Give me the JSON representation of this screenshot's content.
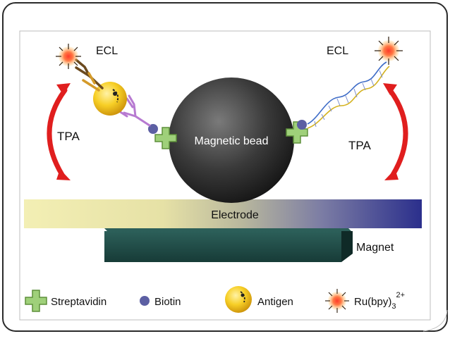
{
  "diagram": {
    "labels": {
      "ecl_left": "ECL",
      "ecl_right": "ECL",
      "tpa_left": "TPA",
      "tpa_right": "TPA",
      "magnetic_bead": "Magnetic bead",
      "electrode": "Electrode",
      "magnet": "Magnet"
    },
    "legend": {
      "streptavidin": "Streptavidin",
      "biotin": "Biotin",
      "antigen": "Antigen",
      "ru_main": "Ru(bpy)",
      "ru_sub": "3",
      "ru_sup": "2+"
    },
    "colors": {
      "arrow_red": "#e01e1e",
      "bead_dark": "#2d2d2d",
      "electrode_left": "#f2edb0",
      "electrode_right": "#2b2f8c",
      "magnet": "#1e4a45",
      "streptavidin_green": "#9fd07a",
      "biotin_purple": "#5c5fa3",
      "antigen_yellow": "#f2c419",
      "antibody_purple": "#b77ad1",
      "antibody_brown": "#6b4a1f",
      "ru_red": "#e8362a"
    }
  }
}
